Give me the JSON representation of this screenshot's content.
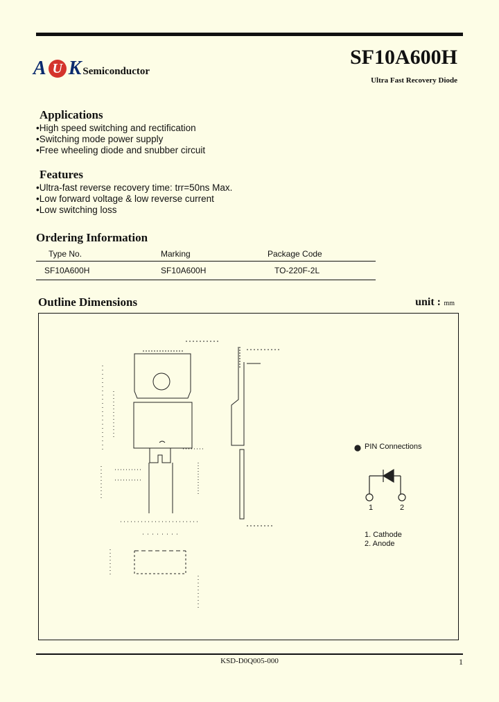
{
  "header": {
    "brand_letters": [
      "A",
      "U",
      "K"
    ],
    "brand_suffix": "Semiconductor",
    "part_number": "SF10A600H",
    "subtitle": "Ultra Fast Recovery Diode"
  },
  "applications": {
    "title": "Applications",
    "items": [
      "High speed switching and rectification",
      "Switching mode power supply",
      "Free wheeling diode and snubber circuit"
    ]
  },
  "features": {
    "title": "Features",
    "items": [
      "Ultra-fast reverse recovery time: trr=50ns Max.",
      "Low forward voltage & low reverse current",
      "Low switching loss"
    ]
  },
  "ordering": {
    "title": "Ordering Information",
    "headers": [
      "Type No.",
      "Marking",
      "Package Code"
    ],
    "rows": [
      [
        "SF10A600H",
        "SF10A600H",
        "TO-220F-2L"
      ]
    ]
  },
  "outline": {
    "title": "Outline Dimensions",
    "unit_label": "unit :",
    "unit_value": "mm"
  },
  "pins": {
    "title": "PIN Connections",
    "pin1_num": "1",
    "pin2_num": "2",
    "list": [
      "1. Cathode",
      "2. Anode"
    ]
  },
  "footer": {
    "doc_number": "KSD-D0Q005-000",
    "page": "1"
  },
  "colors": {
    "background": "#fdfde6",
    "logo_ball": "#d4342c",
    "logo_text": "#0a2a6e"
  }
}
